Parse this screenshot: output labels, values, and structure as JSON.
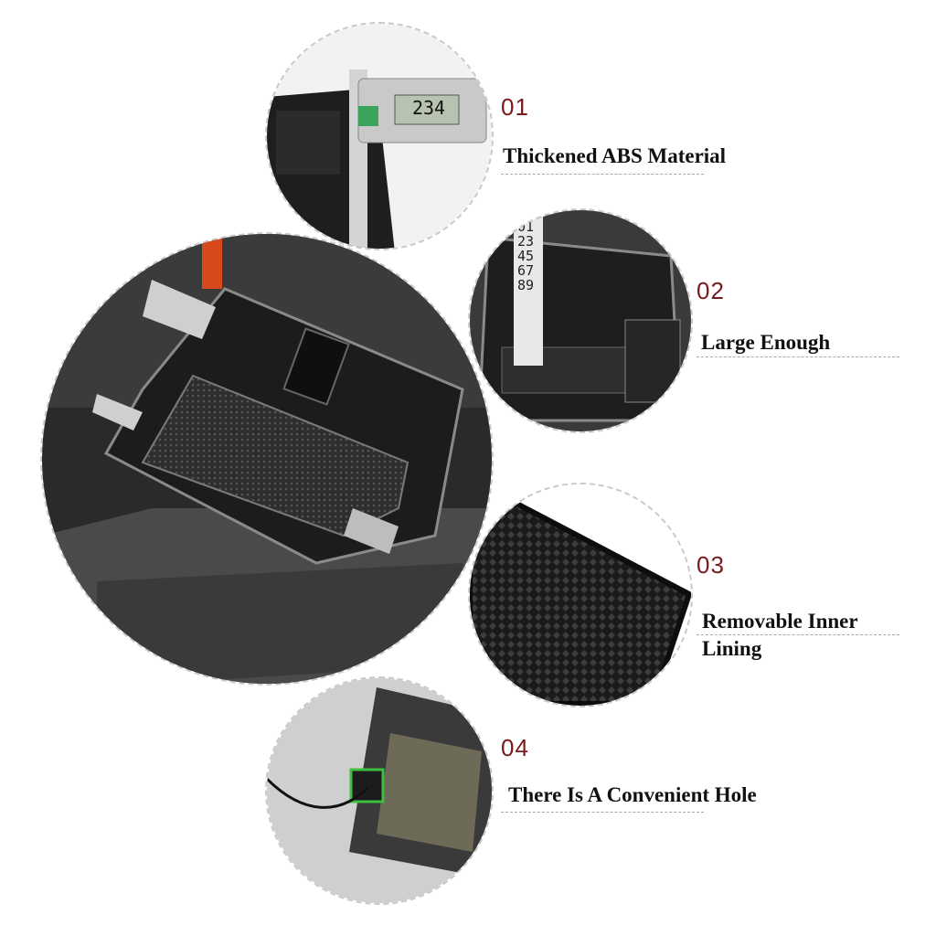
{
  "features": [
    {
      "number": "01",
      "label": "Thickened ABS Material"
    },
    {
      "number": "02",
      "label": "Large Enough"
    },
    {
      "number": "03",
      "label": "Removable Inner Lining"
    },
    {
      "number": "04",
      "label": "There Is A Convenient Hole"
    }
  ],
  "caliper": {
    "reading": "234"
  },
  "ruler": {
    "digits": "0123456789"
  },
  "colors": {
    "number": "#7a1a1a",
    "label": "#111111",
    "tray": "#1c1c1c",
    "mat": "#3a3a3a"
  }
}
